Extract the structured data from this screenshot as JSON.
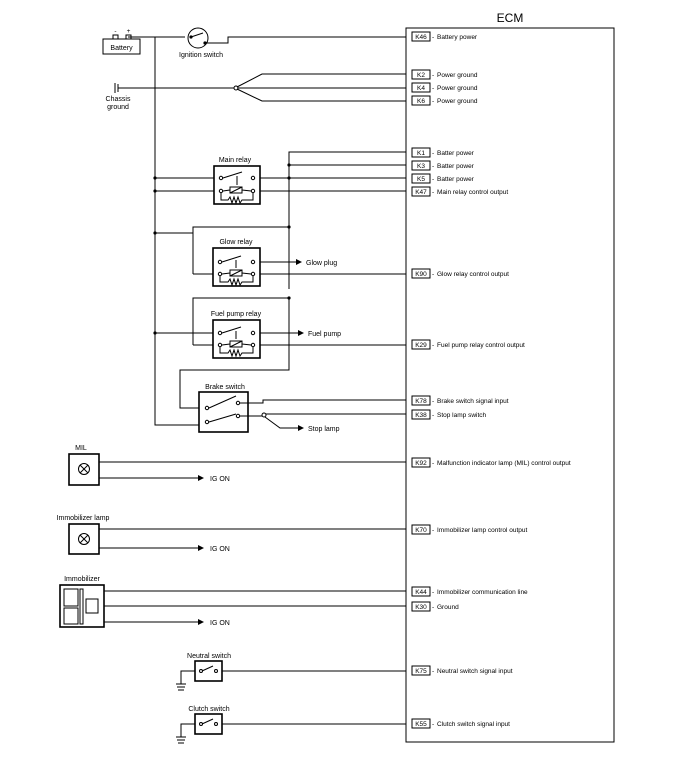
{
  "ecm": {
    "title": "ECM"
  },
  "pins": [
    {
      "pin": "K46",
      "label": "Battery power"
    },
    {
      "pin": "K2",
      "label": "Power ground"
    },
    {
      "pin": "K4",
      "label": "Power ground"
    },
    {
      "pin": "K6",
      "label": "Power ground"
    },
    {
      "pin": "K1",
      "label": "Batter power"
    },
    {
      "pin": "K3",
      "label": "Batter power"
    },
    {
      "pin": "K5",
      "label": "Batter power"
    },
    {
      "pin": "K47",
      "label": "Main relay control output"
    },
    {
      "pin": "K90",
      "label": "Glow relay control output"
    },
    {
      "pin": "K29",
      "label": "Fuel pump relay control output"
    },
    {
      "pin": "K78",
      "label": "Brake switch signal input"
    },
    {
      "pin": "K38",
      "label": "Stop lamp switch"
    },
    {
      "pin": "K92",
      "label": "Malfunction indicator lamp (MIL) control output"
    },
    {
      "pin": "K70",
      "label": "Immobilizer lamp control output"
    },
    {
      "pin": "K44",
      "label": "Immobilizer communication line"
    },
    {
      "pin": "K30",
      "label": "Ground"
    },
    {
      "pin": "K75",
      "label": "Neutral switch signal input"
    },
    {
      "pin": "K55",
      "label": "Clutch switch signal input"
    }
  ],
  "components": {
    "battery": "Battery",
    "battery_minus": "-",
    "battery_plus": "+",
    "ignition_switch": "Ignition switch",
    "chassis_ground": [
      "Chassis",
      "ground"
    ],
    "main_relay": "Main relay",
    "glow_relay": "Glow relay",
    "fuel_pump_relay": "Fuel pump relay",
    "brake_switch": "Brake switch",
    "mil": "MIL",
    "immobilizer_lamp": "Immobilizer lamp",
    "immobilizer": "Immobilizer",
    "neutral_switch": "Neutral switch",
    "clutch_switch": "Clutch switch"
  },
  "outputs": {
    "glow_plug": "Glow plug",
    "fuel_pump": "Fuel pump",
    "stop_lamp": "Stop lamp",
    "ig_on_mil": "IG ON",
    "ig_on_immo_lamp": "IG ON",
    "ig_on_immo": "IG ON"
  }
}
